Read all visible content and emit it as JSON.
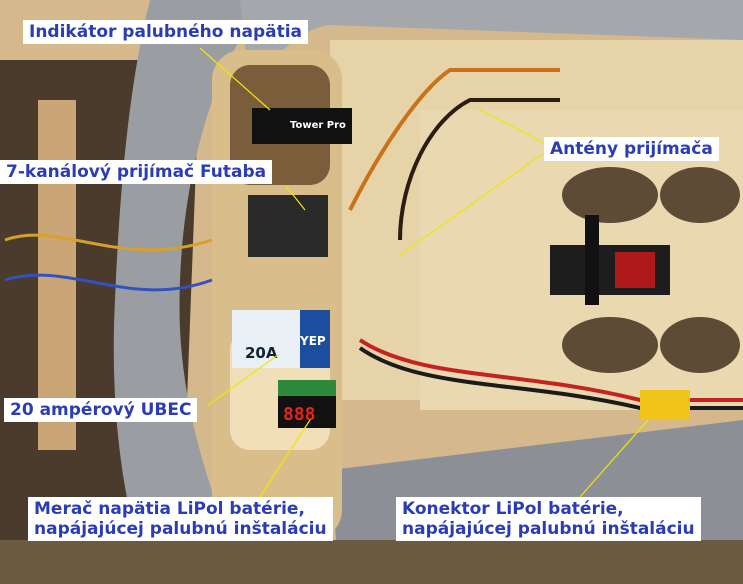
{
  "labels": {
    "voltage_indicator": "Indikátor palubného napätia",
    "receiver": "7-kanálový prijímač Futaba",
    "antennas": "Antény prijímača",
    "ubec": "20 ampérový UBEC",
    "lipo_meter_line1": "Merač napätia LiPol batérie,",
    "lipo_meter_line2": "napájajúcej palubnú inštaláciu",
    "lipo_connector_line1": "Konektor LiPol batérie,",
    "lipo_connector_line2": "napájajúcej palubnú inštaláciu"
  },
  "device_text": {
    "tower_pro": "Tower Pro",
    "ubec_model": "20A",
    "ubec_brand": "YEP",
    "meter_display": "888"
  },
  "colors": {
    "label_text": "#2a3db5",
    "leader_line": "#f2e600"
  }
}
